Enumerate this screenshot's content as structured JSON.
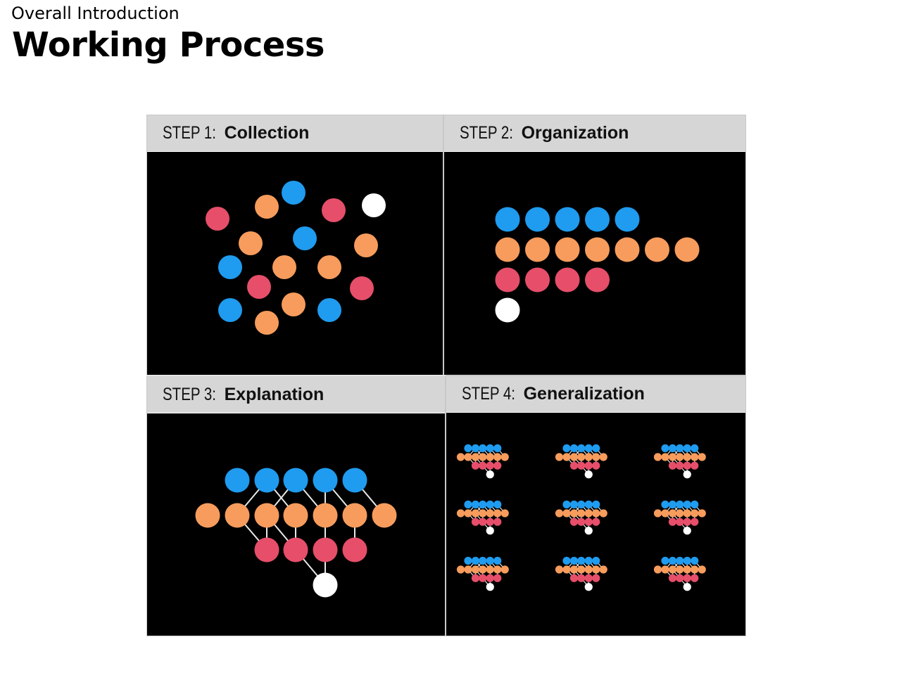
{
  "header": {
    "subtitle": "Overall Introduction",
    "title": "Working Process"
  },
  "colors": {
    "blue": "#1f9bef",
    "orange": "#f79c5c",
    "red": "#e64e6a",
    "white": "#ffffff",
    "panel_bg": "#000000",
    "header_bg": "#d6d6d6",
    "line": "#e8e8e8"
  },
  "steps": [
    {
      "prefix": "STEP 1:",
      "name": "Collection"
    },
    {
      "prefix": "STEP 2:",
      "name": "Organization"
    },
    {
      "prefix": "STEP 3:",
      "name": "Explanation"
    },
    {
      "prefix": "STEP 4:",
      "name": "Generalization"
    }
  ]
}
